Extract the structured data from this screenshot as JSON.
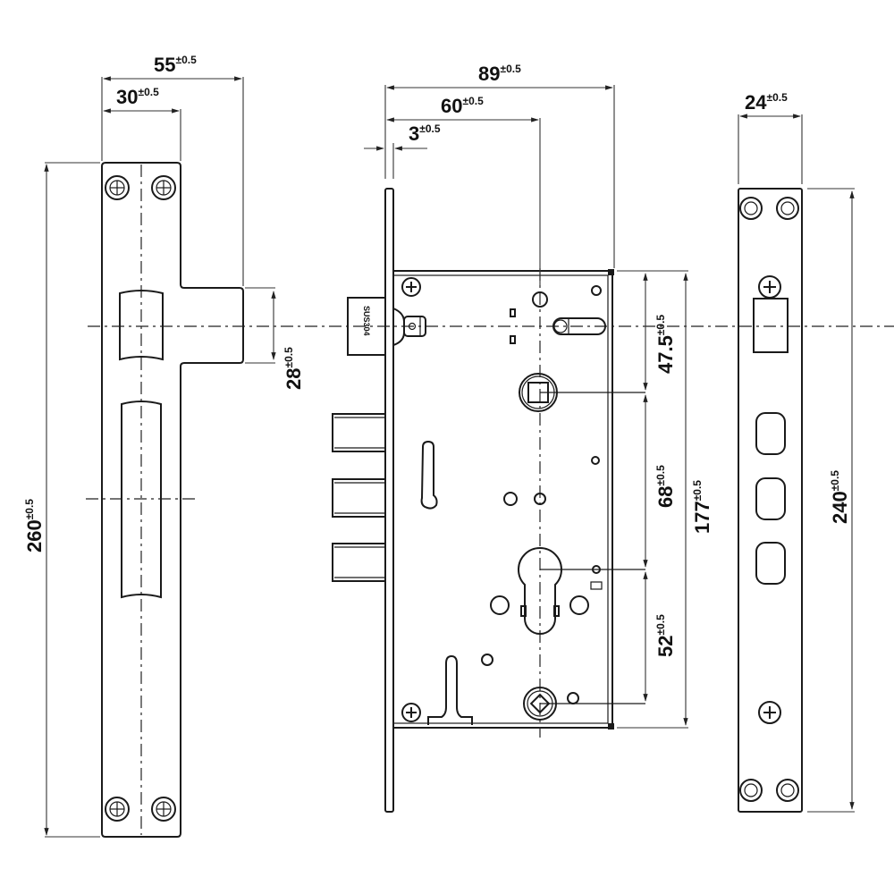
{
  "drawing": {
    "subject": "Mortise lock body with strike plate and faceplate",
    "latch_stamp": "SUS304",
    "tolerance": "±0.5",
    "colors": {
      "line": "#1a1a1a",
      "background": "#ffffff"
    }
  },
  "views": {
    "strike_plate": {
      "dimensions": {
        "width_total": {
          "value": "55",
          "tol": "±0.5"
        },
        "width_plate": {
          "value": "30",
          "tol": "±0.5"
        },
        "height_total": {
          "value": "260",
          "tol": "±0.5"
        },
        "tab_height": {
          "value": "28",
          "tol": "±0.5"
        }
      }
    },
    "lock_body": {
      "dimensions": {
        "depth_total": {
          "value": "89",
          "tol": "±0.5"
        },
        "backset": {
          "value": "60",
          "tol": "±0.5"
        },
        "faceplate_thickness": {
          "value": "3",
          "tol": "±0.5"
        },
        "latch_to_handle": {
          "value": "47.5",
          "tol": "±0.5"
        },
        "handle_to_cylinder": {
          "value": "68",
          "tol": "±0.5"
        },
        "cylinder_to_bottom": {
          "value": "52",
          "tol": "±0.5"
        },
        "case_height": {
          "value": "177",
          "tol": "±0.5"
        }
      }
    },
    "faceplate": {
      "dimensions": {
        "width": {
          "value": "24",
          "tol": "±0.5"
        },
        "height": {
          "value": "240",
          "tol": "±0.5"
        }
      }
    }
  }
}
